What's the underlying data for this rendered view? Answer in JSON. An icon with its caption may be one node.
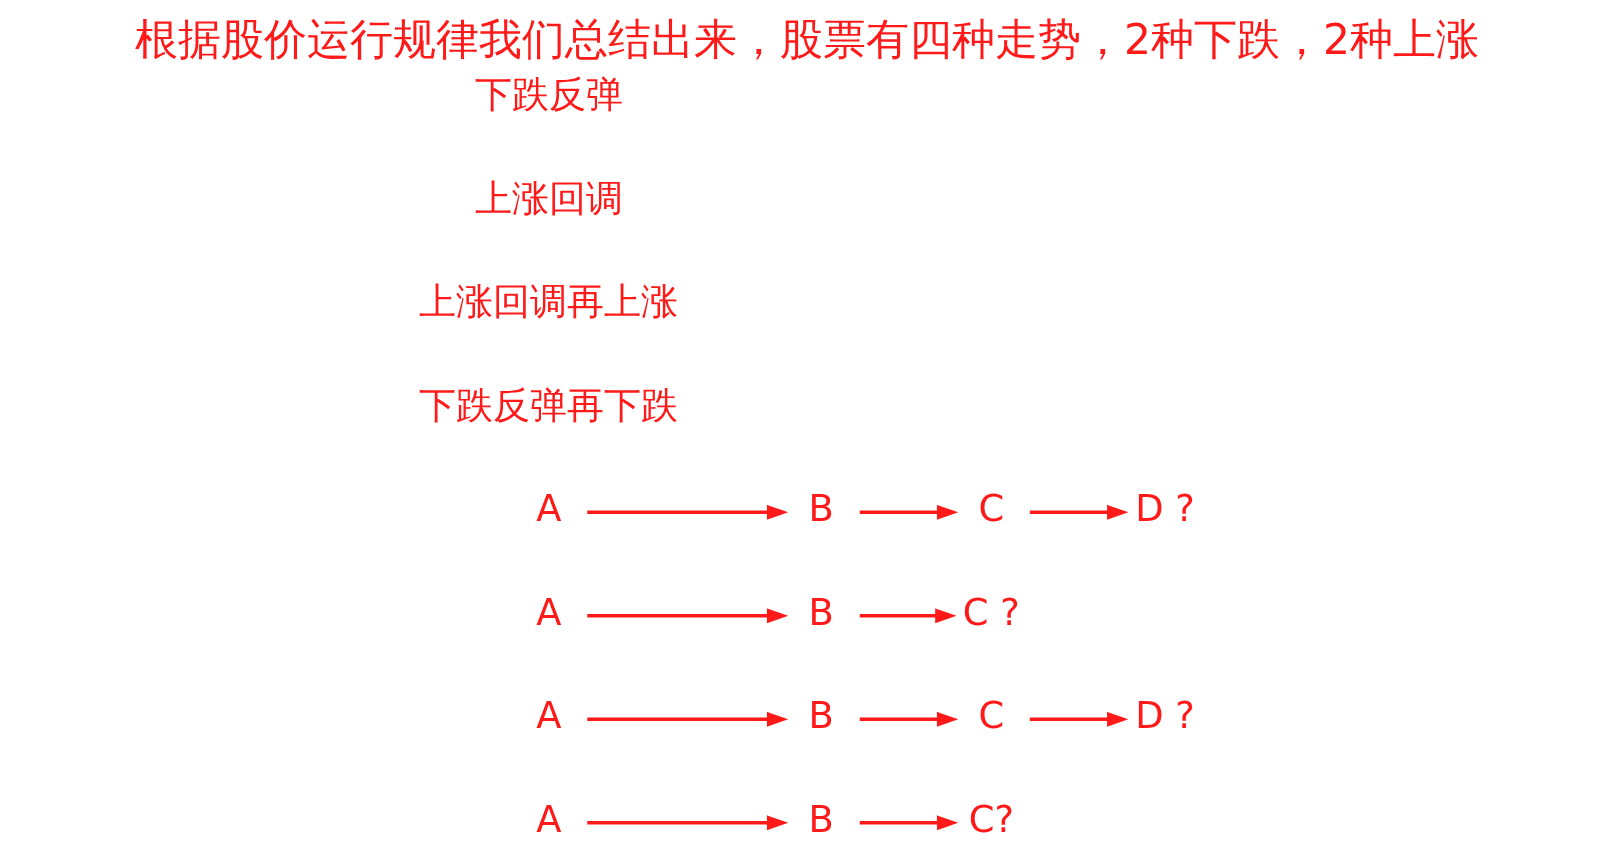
{
  "diagram": {
    "title": "根据股价运行规律我们总结出来，股票有四种走势，2种下跌，2种上涨",
    "nodes": [
      {
        "text": [
          "A"
        ]
      },
      {
        "text": [
          "B"
        ]
      },
      {
        "text": [
          "C?"
        ]
      },
      {
        "text": [
          "A"
        ]
      },
      {
        "text": [
          "B"
        ]
      },
      {
        "text": [
          "C"
        ]
      },
      {
        "text": [
          "D ?"
        ]
      },
      {
        "text": [
          "A"
        ]
      },
      {
        "text": [
          "B"
        ]
      },
      {
        "text": [
          "C ?"
        ]
      },
      {
        "text": [
          "A"
        ]
      },
      {
        "text": [
          "B"
        ]
      },
      {
        "text": [
          "C"
        ]
      },
      {
        "text": [
          "D ?"
        ]
      }
    ],
    "edges": [
      {
        "from": 0,
        "to": 1,
        "arrow": "to"
      },
      {
        "from": 1,
        "to": 2,
        "arrow": "to"
      },
      {
        "from": 3,
        "to": 4,
        "arrow": "to"
      },
      {
        "from": 4,
        "to": 5,
        "arrow": "to"
      },
      {
        "from": 5,
        "to": 6,
        "arrow": "to"
      },
      {
        "from": 7,
        "to": 8,
        "arrow": "to"
      },
      {
        "from": 8,
        "to": 9,
        "arrow": "to"
      },
      {
        "from": 10,
        "to": 11,
        "arrow": "to"
      },
      {
        "from": 11,
        "to": 12,
        "arrow": "to"
      },
      {
        "from": 12,
        "to": 13,
        "arrow": "to"
      }
    ],
    "labels": [
      "下跌反弹再下跌",
      "上涨回调再上涨",
      "上涨回调",
      "下跌反弹"
    ]
  }
}
